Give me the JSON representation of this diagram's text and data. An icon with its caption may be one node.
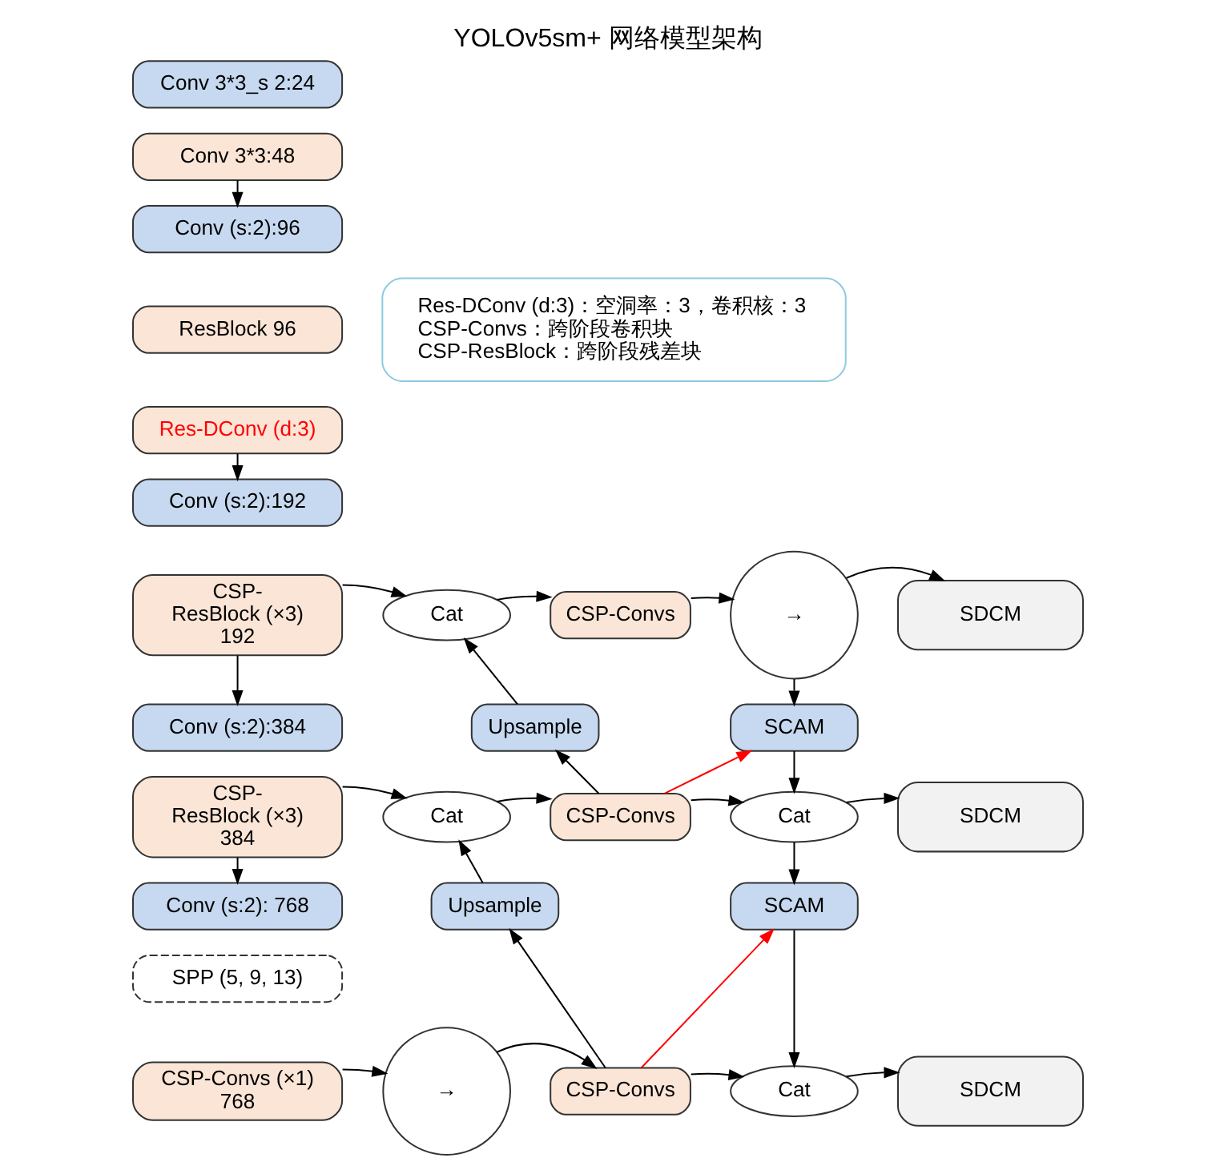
{
  "diagram": {
    "title": "YOLOv5sm+ 网络模型架构",
    "nodes": [
      {
        "text": [
          "Conv 3*3_s 2:24"
        ]
      },
      {
        "text": [
          "Conv 3*3:48"
        ]
      },
      {
        "text": [
          "Conv (s:2):96"
        ]
      },
      {
        "text": [
          "ResBlock 96"
        ]
      },
      {
        "text": [
          "Res-DConv (d:3)"
        ]
      },
      {
        "text": [
          "Conv (s:2):192"
        ]
      },
      {
        "text": [
          "CSP- ResBlock (×3) 192"
        ]
      },
      {
        "text": [
          "Conv (s:2):384"
        ]
      },
      {
        "text": [
          "CSP- ResBlock (×3) 384"
        ]
      },
      {
        "text": [
          "Conv (s:2): 768"
        ]
      },
      {
        "text": [
          "SPP (5, 9, 13)"
        ]
      },
      {
        "text": [
          "CSP-Convs (×1) 768"
        ]
      },
      {
        "text": [
          "Res-DConv (d:3)：空洞率：3，卷积核：3",
          "CSP-Convs：跨阶段卷积块",
          "CSP-ResBlock：跨阶段残差块"
        ]
      },
      {
        "text": [
          "Cat"
        ]
      },
      {
        "text": [
          "CSP-Convs"
        ]
      },
      {
        "text": [
          "→"
        ]
      },
      {
        "text": [
          "SDCM"
        ]
      },
      {
        "text": [
          "Upsample"
        ]
      },
      {
        "text": [
          "SCAM"
        ]
      },
      {
        "text": [
          "Cat"
        ]
      },
      {
        "text": [
          "CSP-Convs"
        ]
      },
      {
        "text": [
          "Cat"
        ]
      },
      {
        "text": [
          "SDCM"
        ]
      },
      {
        "text": [
          "Upsample"
        ]
      },
      {
        "text": [
          "SCAM"
        ]
      },
      {
        "text": [
          "→"
        ]
      },
      {
        "text": [
          "CSP-Convs"
        ]
      },
      {
        "text": [
          "Cat"
        ]
      },
      {
        "text": [
          "SDCM"
        ]
      }
    ],
    "edges": [
      {
        "from": 1,
        "to": 2,
        "arrow": "to"
      },
      {
        "from": 4,
        "to": 5,
        "arrow": "to"
      },
      {
        "from": 6,
        "to": 7,
        "arrow": "to"
      },
      {
        "from": 8,
        "to": 9,
        "arrow": "to"
      },
      {
        "from": 6,
        "to": 13,
        "arrow": "to"
      },
      {
        "from": 13,
        "to": 14,
        "arrow": "to"
      },
      {
        "from": 14,
        "to": 15,
        "arrow": "to"
      },
      {
        "from": 15,
        "to": 16,
        "arrow": "to"
      },
      {
        "from": 15,
        "to": 18,
        "arrow": "to"
      },
      {
        "from": 17,
        "to": 13,
        "arrow": "to"
      },
      {
        "from": 20,
        "to": 17,
        "arrow": "to"
      },
      {
        "from": 20,
        "to": 18,
        "arrow": "to",
        "color": "#ff0000"
      },
      {
        "from": 18,
        "to": 21,
        "arrow": "to"
      },
      {
        "from": 8,
        "to": 19,
        "arrow": "to"
      },
      {
        "from": 19,
        "to": 20,
        "arrow": "to"
      },
      {
        "from": 20,
        "to": 21,
        "arrow": "to"
      },
      {
        "from": 21,
        "to": 22,
        "arrow": "to"
      },
      {
        "from": 21,
        "to": 24,
        "arrow": "to"
      },
      {
        "from": 23,
        "to": 19,
        "arrow": "to"
      },
      {
        "from": 26,
        "to": 23,
        "arrow": "to"
      },
      {
        "from": 26,
        "to": 24,
        "arrow": "to",
        "color": "#ff0000"
      },
      {
        "from": 24,
        "to": 27,
        "arrow": "to"
      },
      {
        "from": 11,
        "to": 25,
        "arrow": "to"
      },
      {
        "from": 25,
        "to": 26,
        "arrow": "to"
      },
      {
        "from": 26,
        "to": 27,
        "arrow": "to"
      },
      {
        "from": 27,
        "to": 28,
        "arrow": "to"
      }
    ]
  }
}
